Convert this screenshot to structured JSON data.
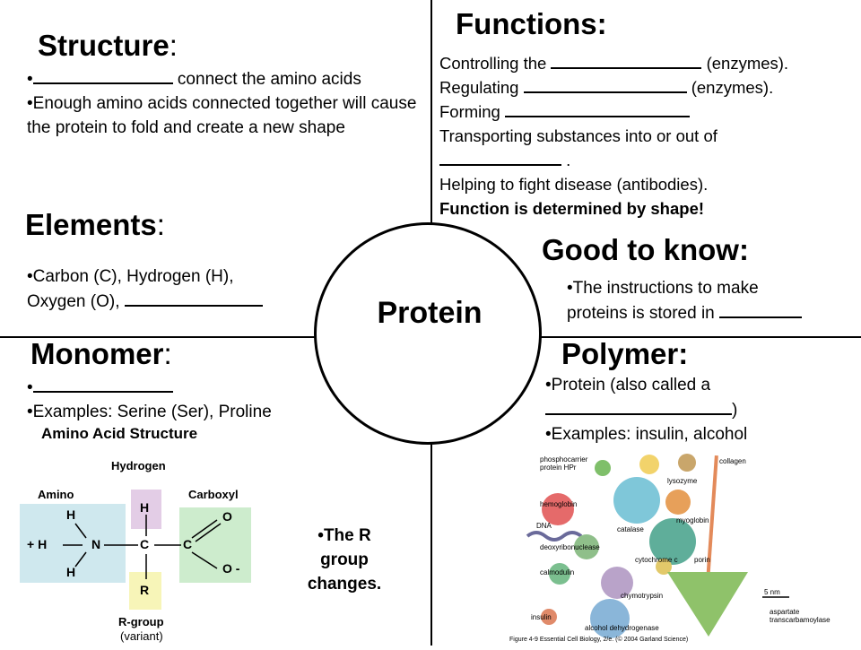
{
  "center": {
    "label": "Protein"
  },
  "structure": {
    "heading": "Structure",
    "bullet1_text": " connect the amino acids",
    "bullet2_text": "Enough amino acids connected together will cause the protein to fold and create a new shape"
  },
  "functions": {
    "heading": "Functions",
    "line1_pre": "Controlling the ",
    "line1_post": " (enzymes).",
    "line2_pre": "Regulating ",
    "line2_post": " (enzymes).",
    "line3_pre": "Forming ",
    "line4": "Transporting substances into or out of",
    "line5_post": " .",
    "line6": "Helping to fight disease (antibodies).",
    "line7": "Function is determined by shape!"
  },
  "elements": {
    "heading": "Elements",
    "bullet1_line1": "Carbon (C), Hydrogen (H),",
    "bullet1_line2": "Oxygen (O), "
  },
  "good_to_know": {
    "heading": "Good to know:",
    "bullet1_line1": "The instructions to make",
    "bullet1_line2": "proteins is stored in "
  },
  "monomer": {
    "heading": "Monomer",
    "bullet2": "Examples: Serine (Ser), Proline"
  },
  "polymer": {
    "heading": "Polymer:",
    "bullet1_line1": "Protein (also called a",
    "bullet1_line2_post": ")",
    "bullet2": "Examples: insulin, alcohol"
  },
  "amino_acid_diagram": {
    "title": "Amino Acid Structure",
    "hydrogen_label": "Hydrogen",
    "amino_label": "Amino",
    "carboxyl_label": "Carboxyl",
    "rgroup_label": "R-group",
    "variant_label": "(variant)",
    "atom_h": "H",
    "atom_n": "N",
    "atom_c": "C",
    "atom_o": "O",
    "atom_r": "R",
    "plus_h": "+ H",
    "o_minus": "O -",
    "colors": {
      "amino": "#cfe8ee",
      "hydrogen": "#e3cde6",
      "carboxyl": "#cdeccd",
      "rgroup": "#f7f5b8"
    }
  },
  "r_group_note": {
    "line1": "The R",
    "line2": "group",
    "line3": "changes."
  },
  "protein_collage": {
    "labels": [
      "phosphocarrier protein HPr",
      "lysozyme",
      "collagen",
      "hemoglobin",
      "catalase",
      "myoglobin",
      "DNA",
      "deoxyribonuclease",
      "porin",
      "cytochrome c",
      "calmodulin",
      "chymotrypsin",
      "insulin",
      "alcohol dehydrogenase",
      "aspartate transcarbamoylase"
    ],
    "scale_label": "5 nm",
    "caption": "Figure 4-9 Essential Cell Biology, 2/e. (© 2004 Garland Science)"
  }
}
